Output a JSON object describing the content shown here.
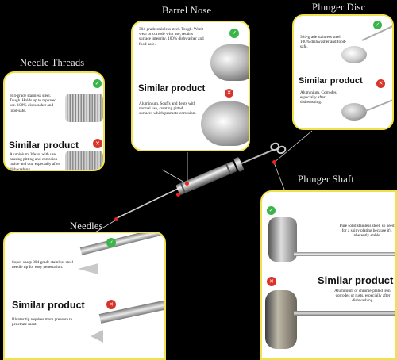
{
  "titles": {
    "barrel_nose": "Barrel Nose",
    "plunger_disc": "Plunger Disc",
    "needle_threads": "Needle Threads",
    "plunger_shaft": "Plunger Shaft",
    "needles": "Needles"
  },
  "barrel_nose": {
    "good_text": "304-grade stainless steel. Tough. Won't wear or corrode with use, retains surface integrity. 100% dishwasher and food-safe.",
    "similar_label": "Similar product",
    "bad_text": "Aluminium. Scuffs and dents with normal use, creating pitted surfaces which promote corrosion."
  },
  "plunger_disc": {
    "good_text": "304-grade stainless steel. 100% dishwasher and food-safe.",
    "similar_label": "Similar product",
    "bad_text": "Aluminium. Corrodes, especially after dishwashing."
  },
  "needle_threads": {
    "good_text": "304-grade stainless steel. Tough. Holds up to repeated use. 100% dishwasher and food-safe.",
    "similar_label": "Similar product",
    "bad_text": "Aluminium. Wears with use, causing pitting and corrosion inside and out, especially after dishwashing."
  },
  "plunger_shaft": {
    "good_text": "Pure solid stainless steel, so need for a shiny plating because it's inherently stable.",
    "similar_label": "Similar product",
    "bad_text": "Aluminium or chrome-plated iron, corrodes or rusts, especially after dishwashing."
  },
  "needles": {
    "good_text": "Super-sharp 304-grade stainless steel needle tip for easy penetration.",
    "similar_label": "Similar product",
    "bad_text": "Blunter tip requires more pressure to penetrate meat."
  },
  "icons": {
    "check": "check-icon",
    "cross": "cross-icon"
  },
  "colors": {
    "panel_border": "#f0e24a",
    "check_green": "#39b54a",
    "cross_red": "#d9342b",
    "background": "#000000"
  }
}
